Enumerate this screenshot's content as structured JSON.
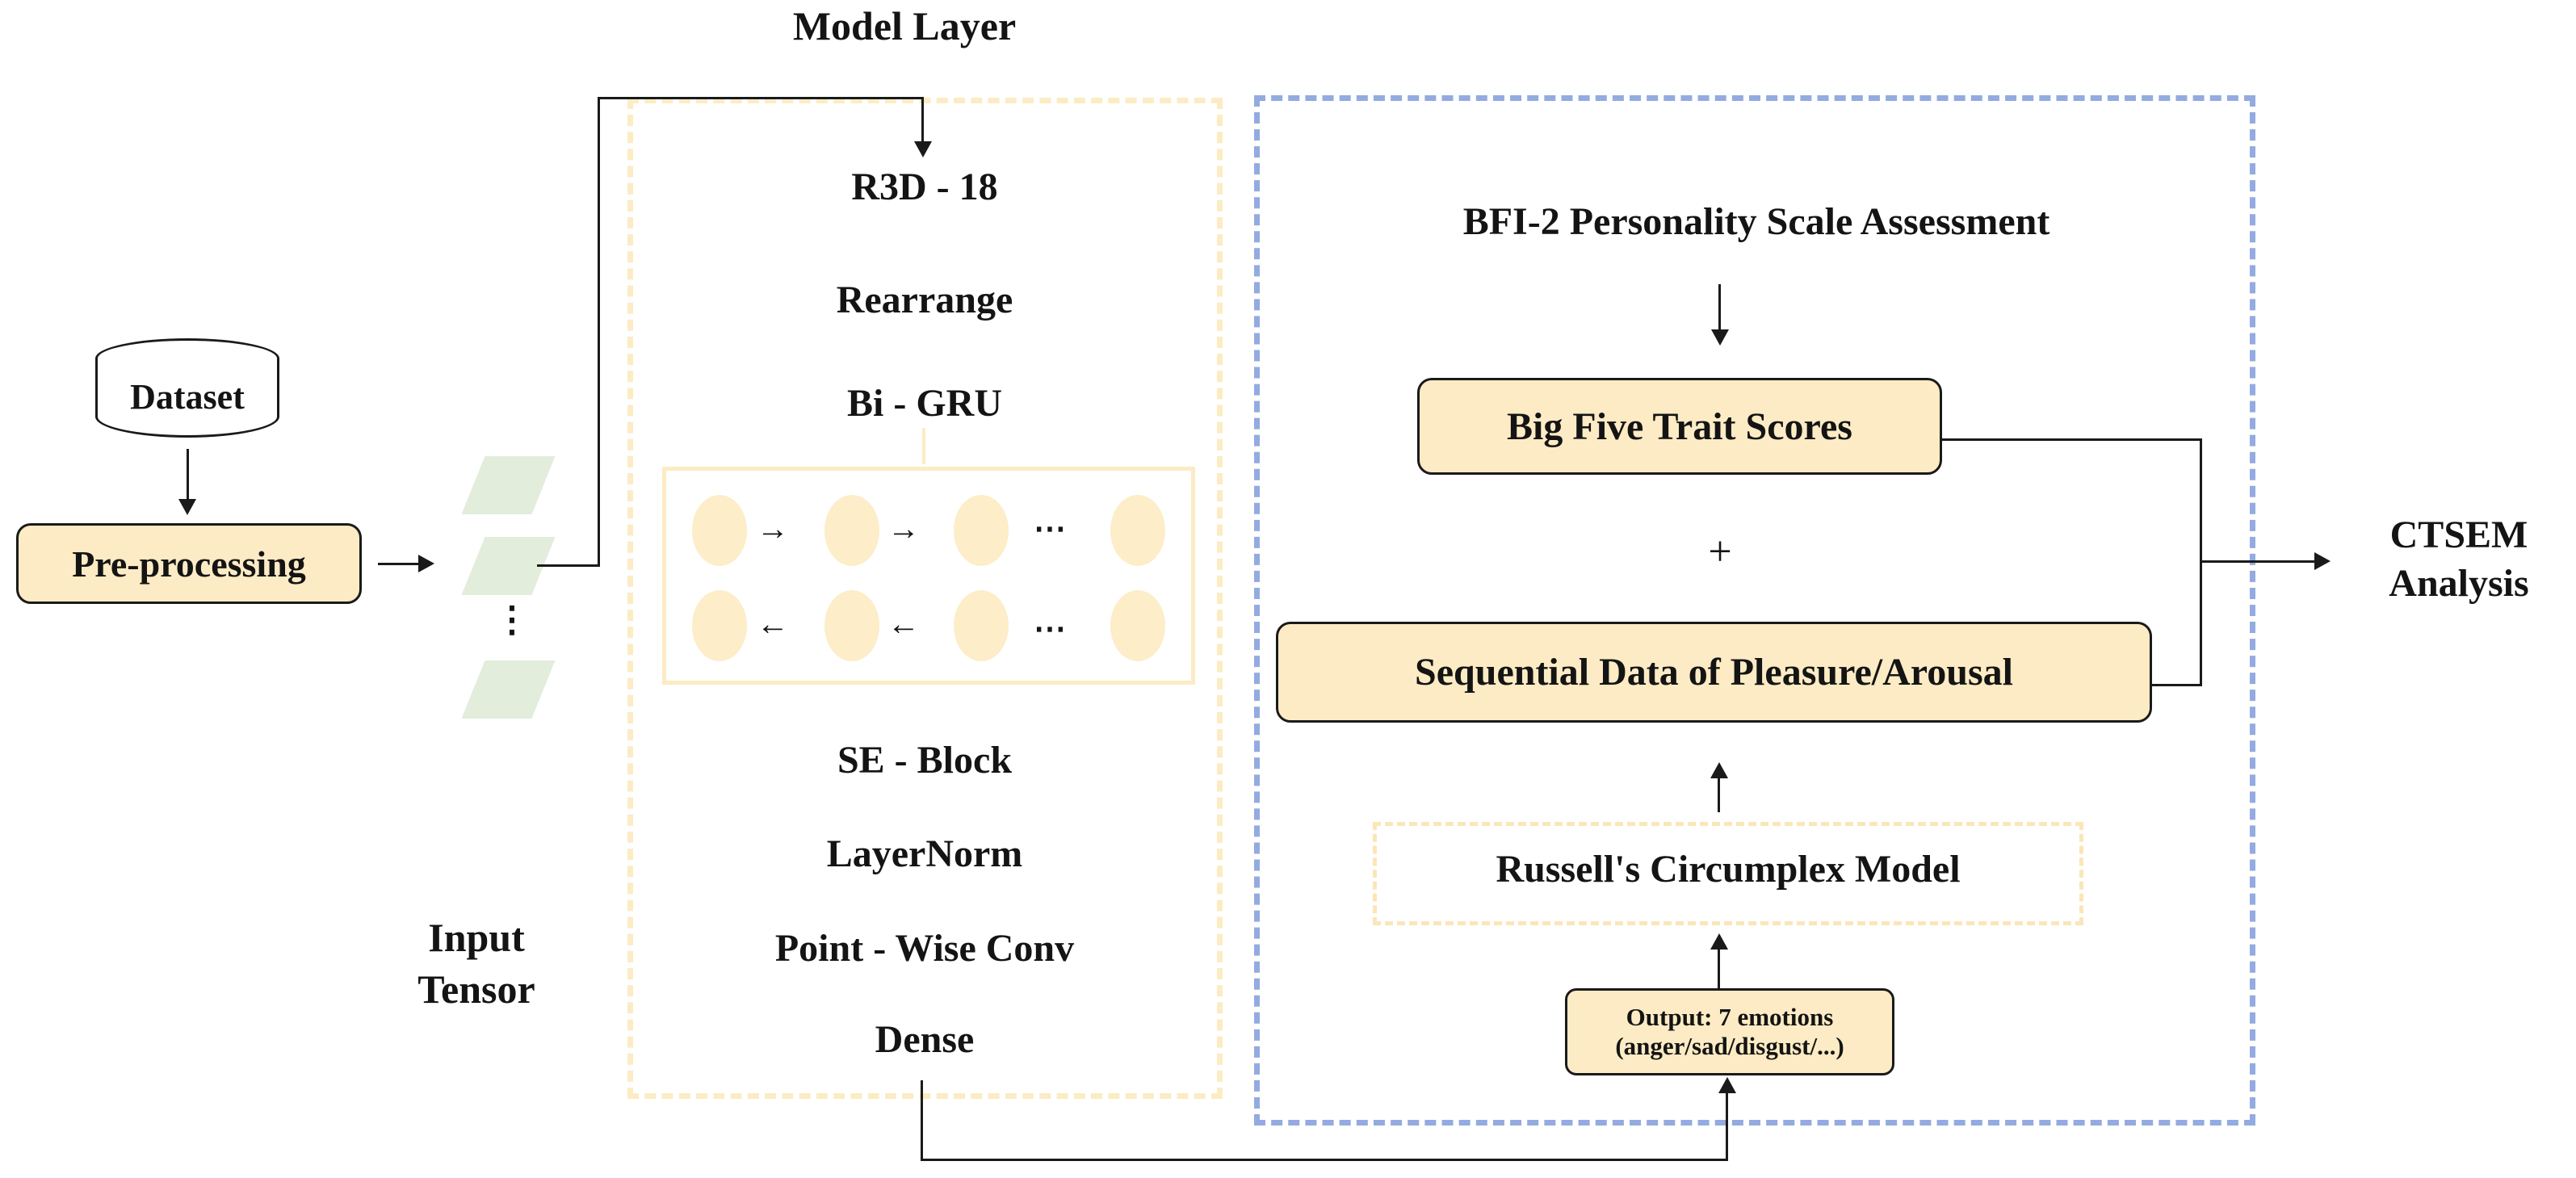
{
  "diagram": {
    "title_labels": {
      "model_layer": "Model Layer",
      "input_tensor_line1": "Input",
      "input_tensor_line2": "Tensor"
    },
    "left_pipeline": {
      "dataset_label": "Dataset",
      "preprocessing_label": "Pre-processing",
      "arrow_dataset_to_preprocessing": "↓",
      "arrow_preprocessing_to_tensor": "→",
      "tensor_ellipsis": "⋮"
    },
    "model_layer": {
      "stages_top": [
        "R3D - 18",
        "Rearrange",
        "Bi - GRU"
      ],
      "stages_bottom": [
        "SE - Block",
        "LayerNorm",
        "Point - Wise Conv",
        "Dense"
      ],
      "gru": {
        "forward_arrow": "→",
        "backward_arrow": "←",
        "ellipsis": "⋯",
        "forward_row_cells": 4,
        "backward_row_cells": 4
      }
    },
    "right_panel": {
      "assessment_label": "BFI-2 Personality Scale Assessment",
      "arrow_down": "↓",
      "big_five_label": "Big Five Trait Scores",
      "plus_symbol": "+",
      "sequential_label": "Sequential Data of Pleasure/Arousal",
      "russell_label": "Russell's Circumplex Model",
      "output_line1": "Output: 7 emotions",
      "output_line2": "(anger/sad/disgust/...)"
    },
    "output_stage": {
      "ctsem_line1": "CTSEM",
      "ctsem_line2": "Analysis"
    },
    "colors": {
      "node_fill": "#FCEBC4",
      "node_border": "#1a1a1a",
      "tensor_fill": "#E2EDDC",
      "model_dash_border": "#fcecc4",
      "personality_dash_border": "#93ABE0",
      "gru_cell_fill": "#FDEDC8",
      "line": "#1a1a1a",
      "text": "#141414"
    }
  }
}
